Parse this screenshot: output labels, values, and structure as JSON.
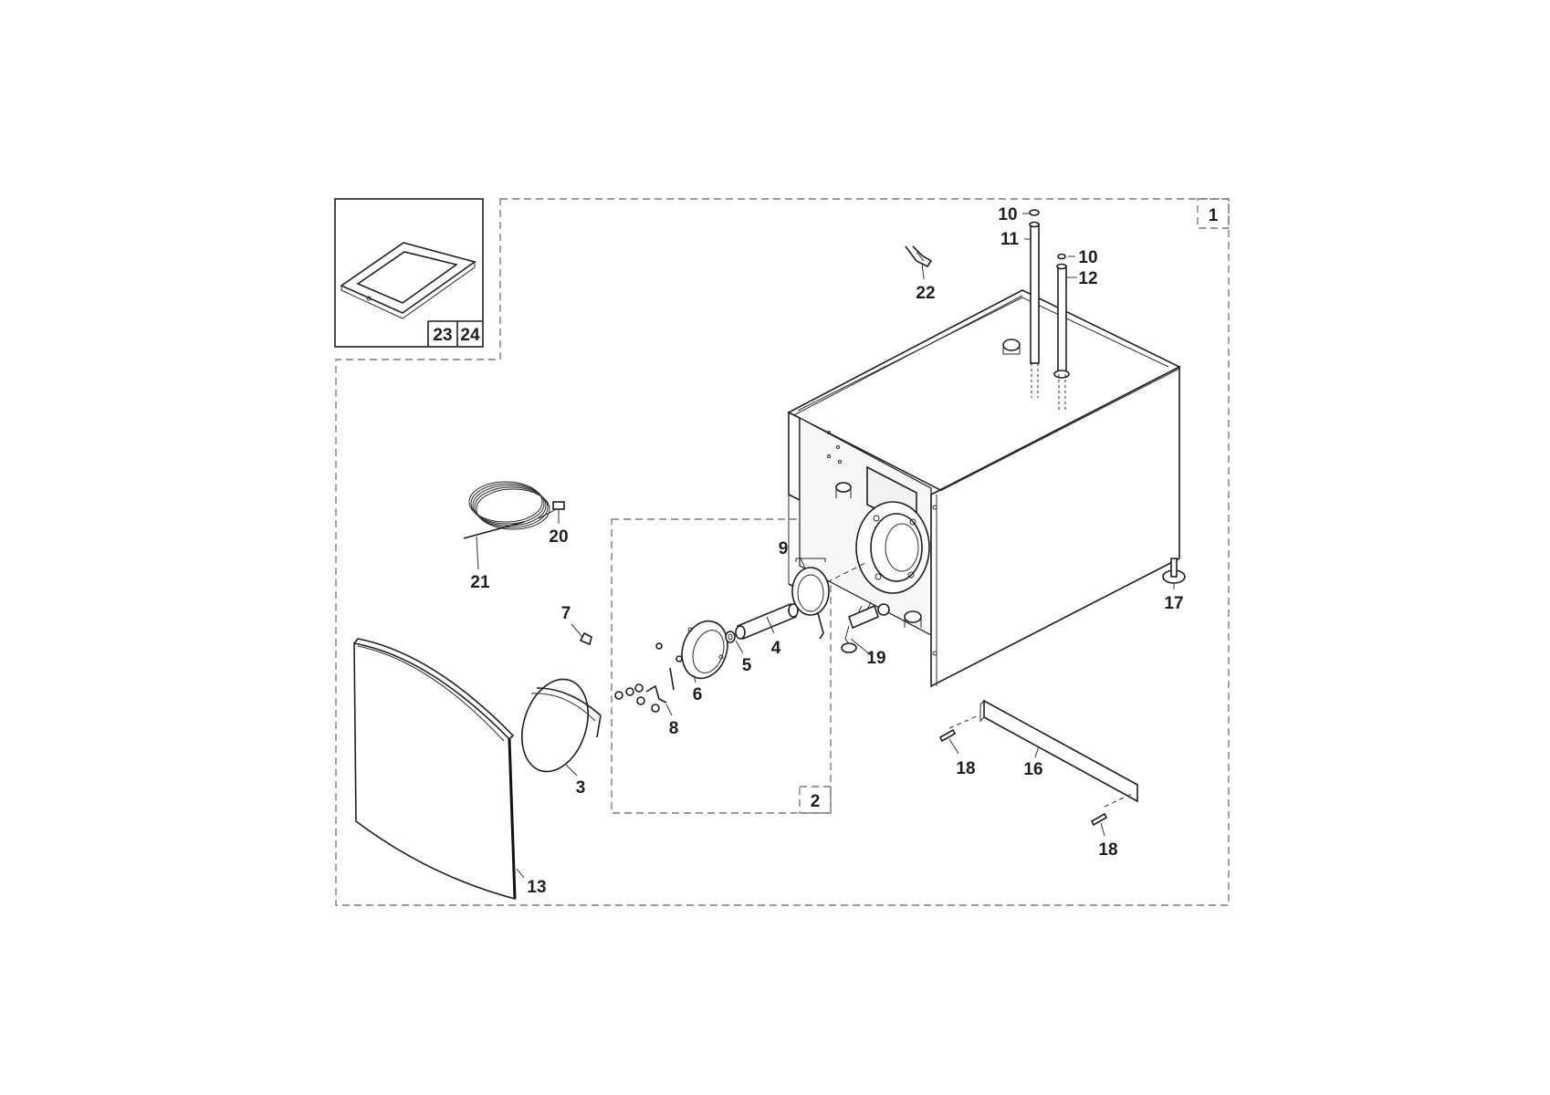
{
  "labels": {
    "l1": "1",
    "l2": "2",
    "l3": "3",
    "l4": "4",
    "l5": "5",
    "l6": "6",
    "l7": "7",
    "l8": "8",
    "l9": "9",
    "l10a": "10",
    "l10b": "10",
    "l11": "11",
    "l12": "12",
    "l13": "13",
    "l16": "16",
    "l17": "17",
    "l18a": "18",
    "l18b": "18",
    "l19": "19",
    "l20": "20",
    "l21": "21",
    "l22": "22",
    "l23": "23",
    "l24": "24"
  },
  "colors": {
    "line": "#1e1e1e",
    "dashed_frame": "#7a7a7a",
    "background": "#ffffff"
  }
}
